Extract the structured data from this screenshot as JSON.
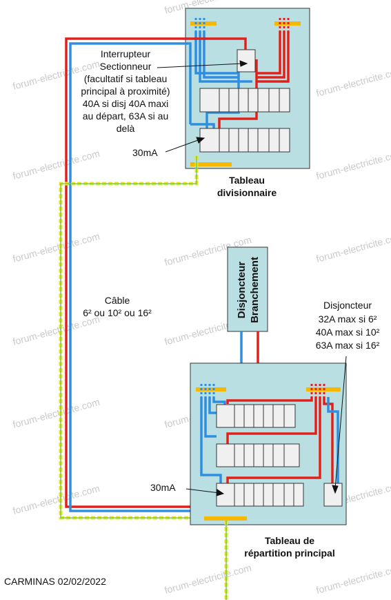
{
  "watermark": "forum-electricite.com",
  "labels": {
    "interrupteur": [
      "Interrupteur",
      "Sectionneur",
      "(facultatif si tableau",
      "principal à proximité)",
      "40A si disj 40A maxi",
      "au départ, 63A si au",
      "delà"
    ],
    "rcd_top": "30mA",
    "tableau_div": [
      "Tableau",
      "divisionnaire"
    ],
    "cable": [
      "Câble",
      "6² ou 10² ou 16²"
    ],
    "disjoncteur_branchement": [
      "Disjoncteur",
      "Branchement"
    ],
    "disjoncteur": [
      "Disjoncteur",
      "32A max si 6²",
      "40A max si 10²",
      "63A max si 16²"
    ],
    "rcd_bottom": "30mA",
    "tableau_principal": [
      "Tableau de",
      "répartition principal"
    ],
    "credit": "CARMINAS 02/02/2022"
  },
  "colors": {
    "panel": "#b9dfe3",
    "phase": "#e0201b",
    "neutral": "#2f8ee0",
    "earth_bar": "#f6b800",
    "earth_wire": "#e8e820",
    "breaker": "#f0f0f0"
  }
}
